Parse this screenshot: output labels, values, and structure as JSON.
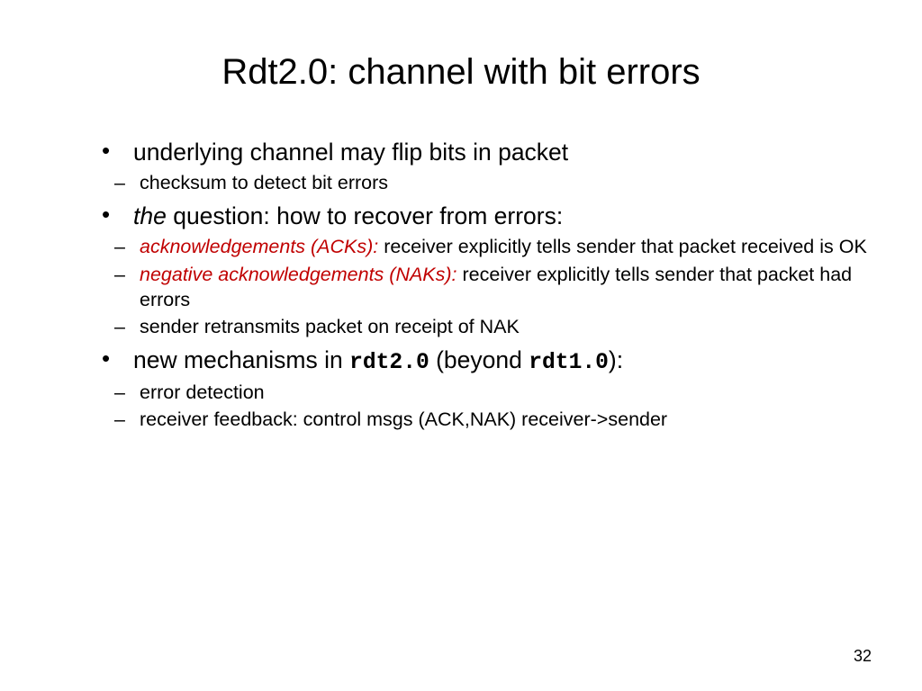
{
  "slide": {
    "title": "Rdt2.0: channel with bit errors",
    "page_number": "32",
    "bullet_glyph": "•",
    "dash_glyph": "–",
    "accent_color": "#c00000",
    "bullets": [
      {
        "text": "underlying channel may flip bits in packet",
        "sub": [
          {
            "text": "checksum to detect bit errors"
          }
        ]
      },
      {
        "lead_italic": "the",
        "text": " question: how to recover from errors:",
        "sub": [
          {
            "red_italic": "acknowledgements (ACKs):",
            "text": " receiver explicitly tells sender that packet received is OK"
          },
          {
            "red_italic": "negative acknowledgements (NAKs):",
            "text": " receiver explicitly tells sender that packet had errors"
          },
          {
            "text": "sender retransmits packet on receipt of NAK"
          }
        ]
      },
      {
        "text_a": "new mechanisms in ",
        "mono_a": "rdt2.0",
        "text_b": " (beyond ",
        "mono_b": "rdt1.0",
        "text_c": "):",
        "sub": [
          {
            "text": "error detection"
          },
          {
            "text": "receiver feedback: control msgs (ACK,NAK) receiver->sender"
          }
        ]
      }
    ]
  }
}
